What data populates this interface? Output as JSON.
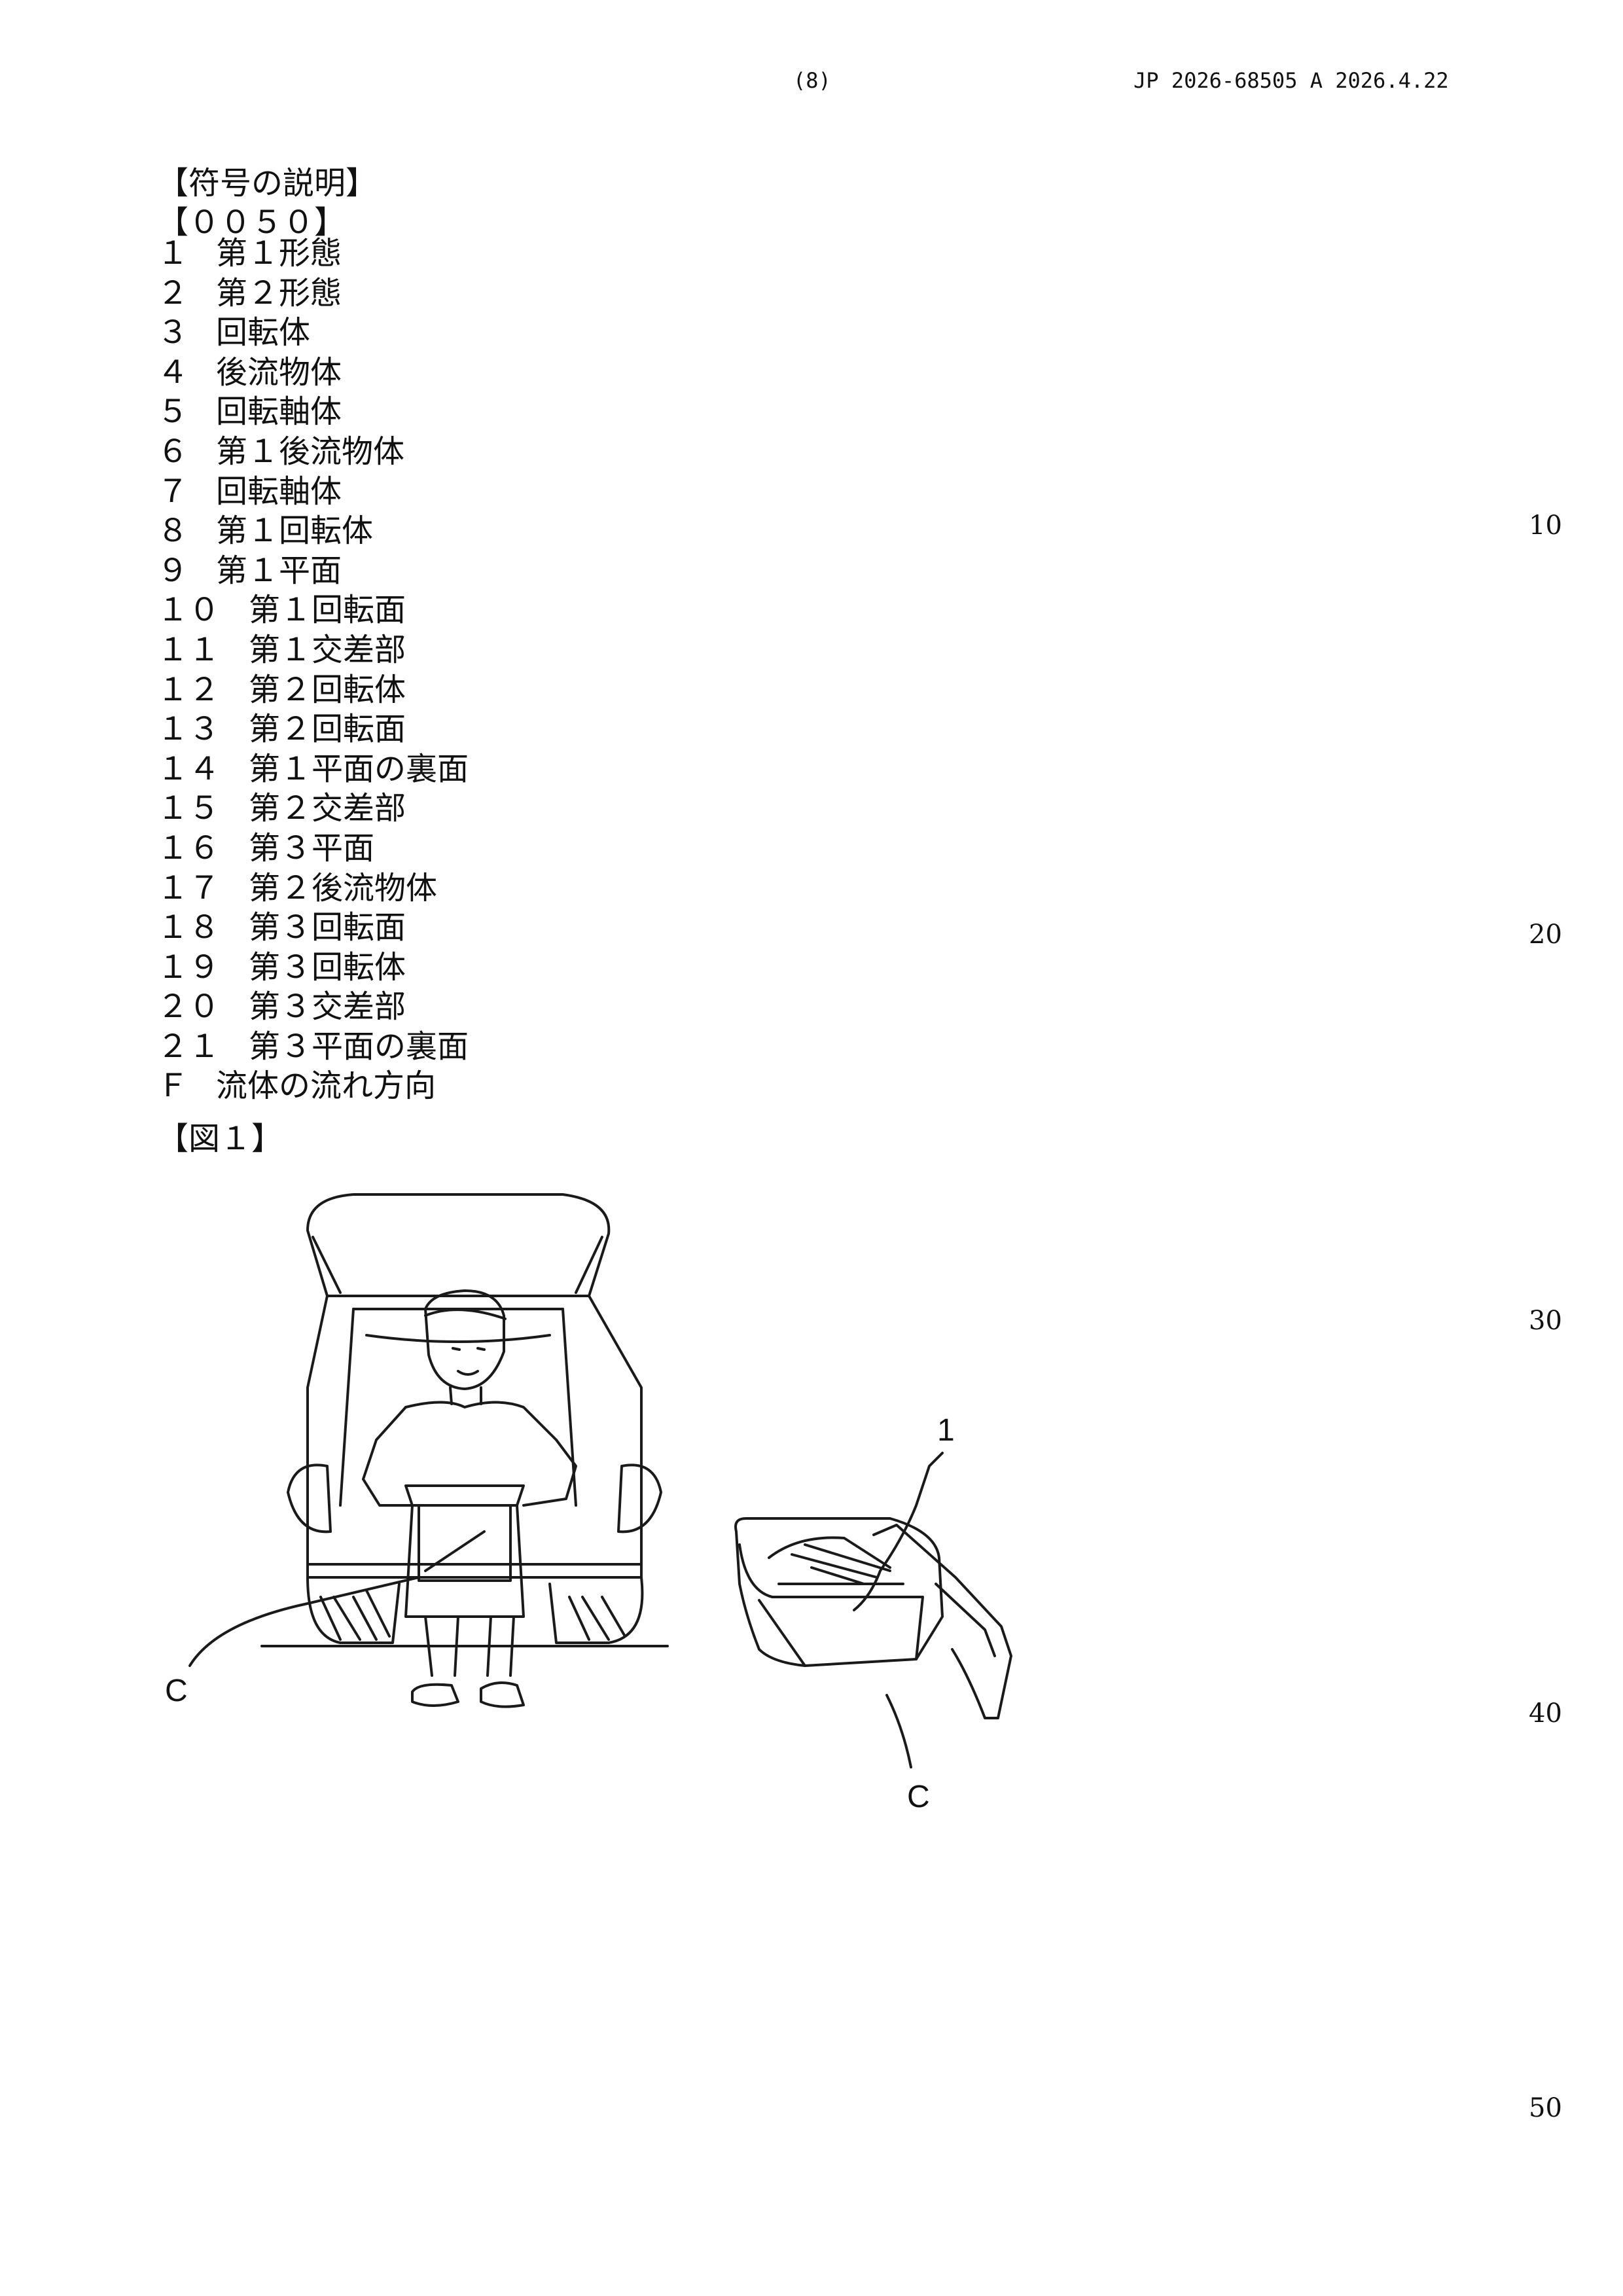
{
  "header": {
    "page_number": "(8)",
    "publication": "JP  2026-68505  A  2026.4.22"
  },
  "section_heading": "【符号の説明】",
  "paragraph_number": "【００５０】",
  "legend": [
    {
      "num": "１",
      "text": "第１形態"
    },
    {
      "num": "２",
      "text": "第２形態"
    },
    {
      "num": "３",
      "text": "回転体"
    },
    {
      "num": "４",
      "text": "後流物体"
    },
    {
      "num": "５",
      "text": "回転軸体"
    },
    {
      "num": "６",
      "text": "第１後流物体"
    },
    {
      "num": "７",
      "text": "回転軸体"
    },
    {
      "num": "８",
      "text": "第１回転体"
    },
    {
      "num": "９",
      "text": "第１平面"
    },
    {
      "num": "１０",
      "text": "第１回転面"
    },
    {
      "num": "１１",
      "text": "第１交差部"
    },
    {
      "num": "１２",
      "text": "第２回転体"
    },
    {
      "num": "１３",
      "text": "第２回転面"
    },
    {
      "num": "１４",
      "text": "第１平面の裏面"
    },
    {
      "num": "１５",
      "text": "第２交差部"
    },
    {
      "num": "１６",
      "text": "第３平面"
    },
    {
      "num": "１７",
      "text": "第２後流物体"
    },
    {
      "num": "１８",
      "text": "第３回転面"
    },
    {
      "num": "１９",
      "text": "第３回転体"
    },
    {
      "num": "２０",
      "text": "第３交差部"
    },
    {
      "num": "２１",
      "text": "第３平面の裏面"
    },
    {
      "num": "Ｆ",
      "text": "流体の流れ方向"
    }
  ],
  "figure_label": "【図１】",
  "figure_callouts": {
    "c_left": "C",
    "c_right": "C",
    "one": "1"
  },
  "line_numbers": [
    "10",
    "20",
    "30",
    "40",
    "50"
  ]
}
